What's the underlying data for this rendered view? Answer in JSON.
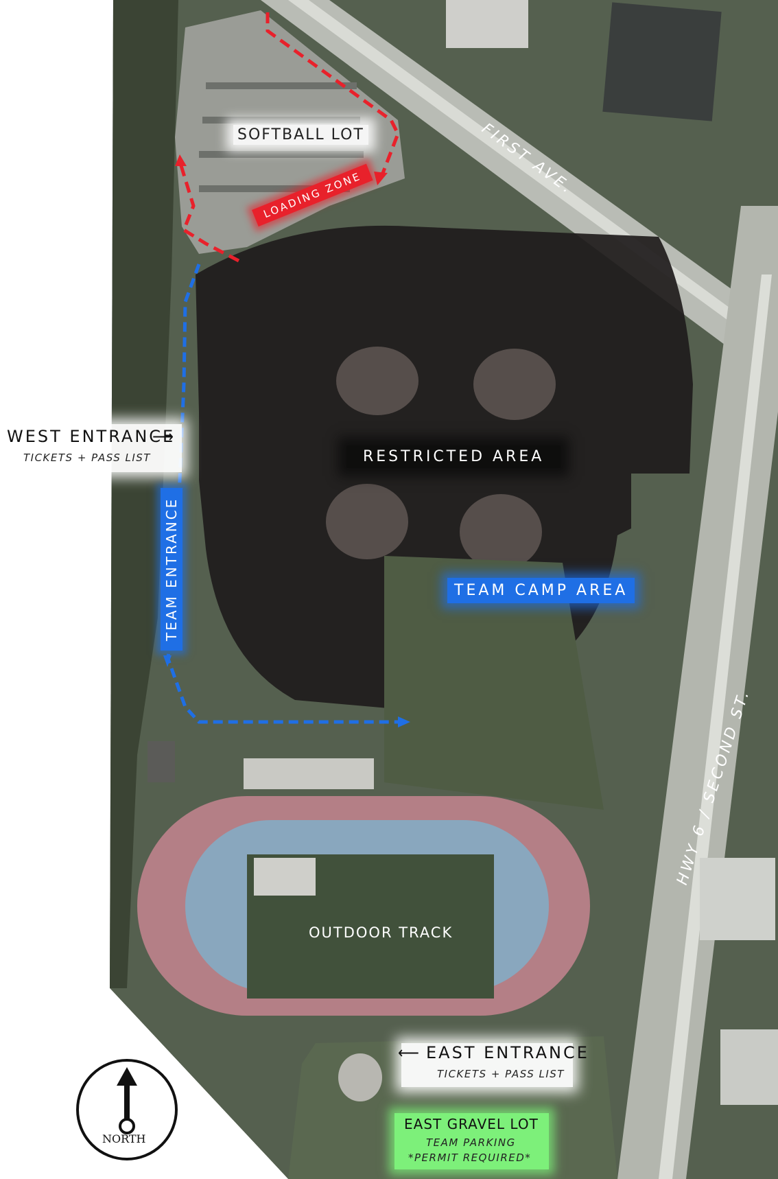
{
  "map": {
    "labels": {
      "softball_lot": "SOFTBALL LOT",
      "loading_zone": "LOADING ZONE",
      "first_ave": "FIRST AVE.",
      "restricted_area": "RESTRICTED AREA",
      "west_entrance": "WEST ENTRANCE",
      "west_entrance_sub": "TICKETS + PASS LIST",
      "team_entrance": "TEAM ENTRANCE",
      "team_camp_area": "TEAM CAMP AREA",
      "outdoor_track": "OUTDOOR TRACK",
      "hwy6": "HWY 6 / SECOND ST.",
      "east_entrance": "EAST ENTRANCE",
      "east_entrance_sub": "TICKETS + PASS LIST",
      "east_gravel_lot": "EAST GRAVEL LOT",
      "team_parking": "TEAM PARKING",
      "permit_required": "*PERMIT REQUIRED*",
      "north": "NORTH"
    },
    "colors": {
      "loading_zone": "#e8212b",
      "team_route": "#1f6fe5",
      "red_route": "#e8212b",
      "gravel_lot": "#7df07a",
      "restricted": "#1f1c1c"
    }
  }
}
